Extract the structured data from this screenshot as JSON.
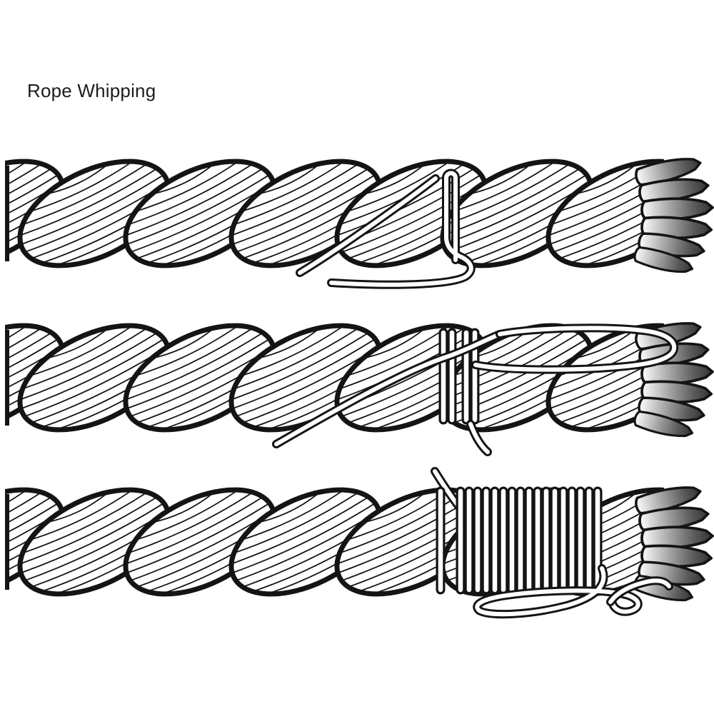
{
  "title": "Rope Whipping",
  "colors": {
    "ink": "#141414",
    "background": "#ffffff",
    "frayed_end_gray": "#5a5a5a"
  },
  "illustration": {
    "type": "diagram",
    "panel_count": 3
  }
}
